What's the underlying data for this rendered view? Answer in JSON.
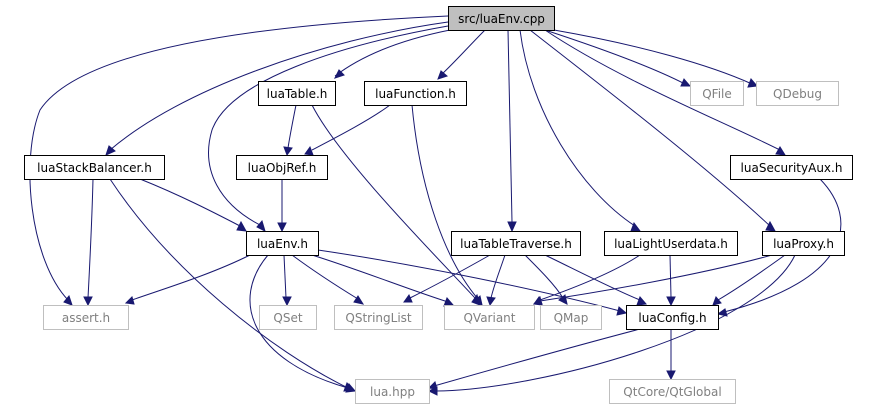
{
  "diagram": {
    "colors": {
      "edge": "#191970",
      "root_fill": "#bfbfbf",
      "node_fill": "#ffffff",
      "node_border": "#000000",
      "external_border": "#bfbfbf",
      "external_text": "#808080",
      "text": "#000000"
    },
    "nodes": {
      "root": "src/luaEnv.cpp",
      "luaTable": "luaTable.h",
      "luaFunction": "luaFunction.h",
      "QFile": "QFile",
      "QDebug": "QDebug",
      "luaStackBalancer": "luaStackBalancer.h",
      "luaObjRef": "luaObjRef.h",
      "luaSecurityAux": "luaSecurityAux.h",
      "luaEnvH": "luaEnv.h",
      "luaTableTraverse": "luaTableTraverse.h",
      "luaLightUserdata": "luaLightUserdata.h",
      "luaProxy": "luaProxy.h",
      "assert": "assert.h",
      "QSet": "QSet",
      "QStringList": "QStringList",
      "QVariant": "QVariant",
      "QMap": "QMap",
      "luaConfig": "luaConfig.h",
      "luaHpp": "lua.hpp",
      "QtGlobal": "QtCore/QtGlobal"
    }
  }
}
